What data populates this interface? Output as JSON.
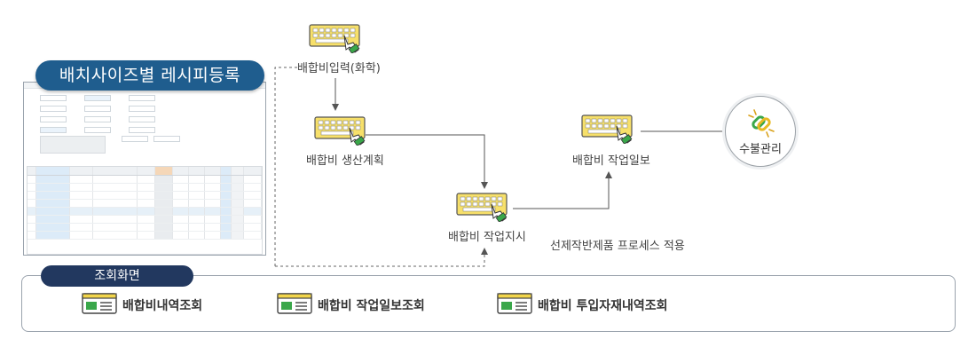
{
  "title": "배치사이즈별 레시피등록",
  "nodes": {
    "input": "배합비입력(화학)",
    "plan": "배합비 생산계획",
    "order": "배합비 작업지시",
    "report": "배합비 작업일보",
    "water": "수불관리"
  },
  "note": "선제작반제품 프로세스 적용",
  "lookup_panel": {
    "title": "조회화면",
    "items": [
      "배합비내역조회",
      "배합비 작업일보조회",
      "배합비 투입자재내역조회"
    ]
  },
  "colors": {
    "title_bg": "#1f5d8e",
    "panel_pill_bg": "#22385f",
    "keyboard_fill": "#f7e06a",
    "accent_green": "#3aa74a"
  },
  "icons": {
    "process": "keyboard-hand-icon",
    "water": "chain-link-icon",
    "lookup": "screen-window-icon"
  }
}
